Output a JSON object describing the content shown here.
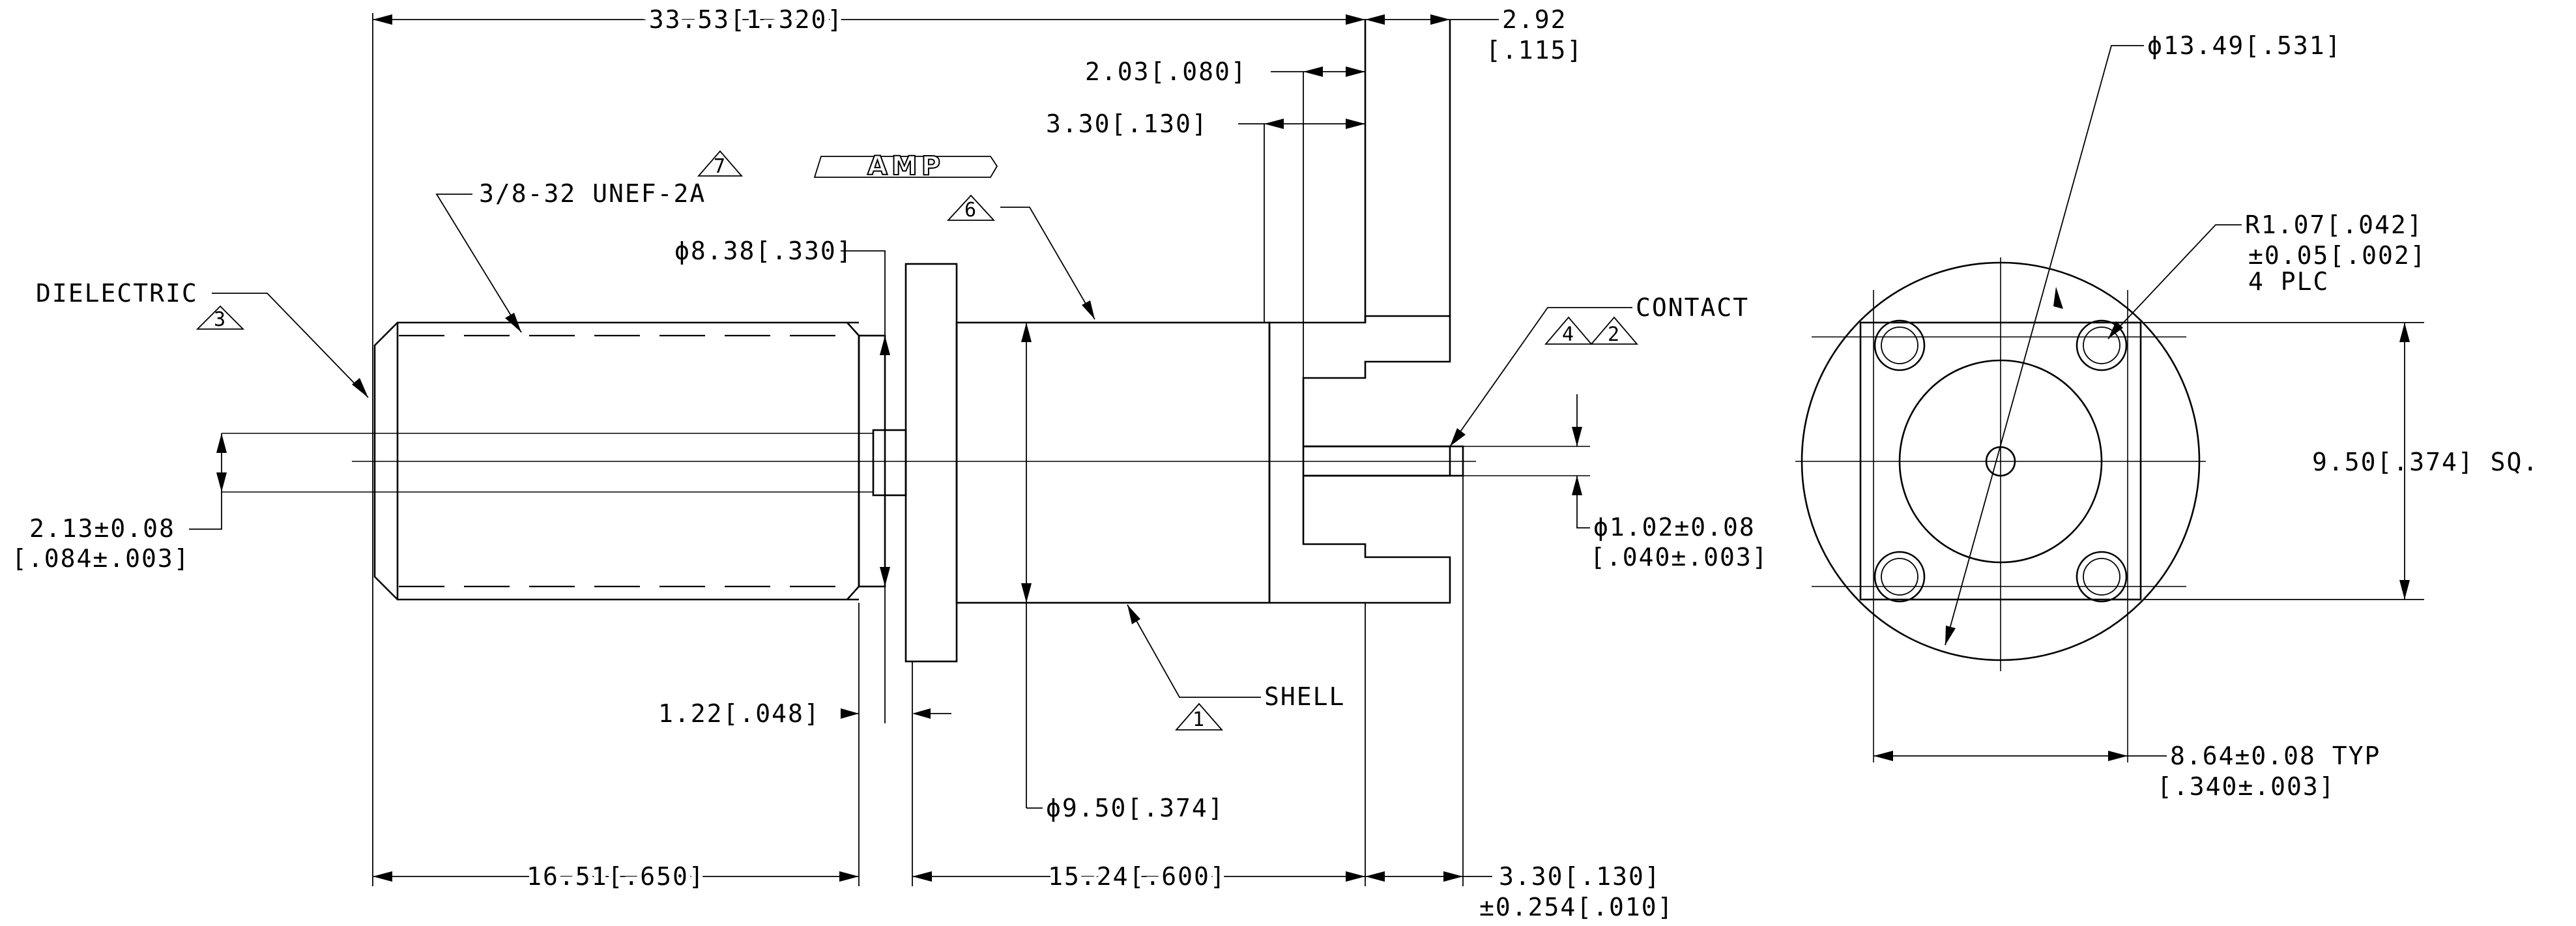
{
  "logo": {
    "text": "AMP"
  },
  "dimensions": {
    "overall_length": "33.53[1.320]",
    "flange_thickness": "2.92",
    "flange_thickness_in": "[.115]",
    "post_offset_a": "2.03[.080]",
    "post_offset_b": "3.30[.130]",
    "thread_spec": "3/8-32 UNEF-2A",
    "body_diameter": "ϕ8.38[.330]",
    "dielectric_gap": "2.13±0.08",
    "dielectric_gap_in": "[.084±.003]",
    "undercut": "1.22[.048]",
    "shell_diameter": "ϕ9.50[.374]",
    "contact_diameter": "ϕ1.02±0.08",
    "contact_diameter_in": "[.040±.003]",
    "thread_length": "16.51[.650]",
    "body_length": "15.24[.600]",
    "contact_length": "3.30[.130]",
    "contact_length_tol": "±0.254[.010]",
    "flange_dia": "ϕ13.49[.531]",
    "hole_radius": "R1.07[.042]",
    "hole_radius_tol": "±0.05[.002]",
    "hole_count": "4 PLC",
    "flange_square": "9.50[.374] SQ.",
    "hole_spacing": "8.64±0.08 TYP",
    "hole_spacing_in": "[.340±.003]"
  },
  "callouts": {
    "dielectric": "DIELECTRIC",
    "contact": "CONTACT",
    "shell": "SHELL"
  },
  "flags": {
    "dielectric": "3",
    "thread": "7",
    "logo": "6",
    "contact_a": "4",
    "contact_b": "2",
    "shell": "1"
  }
}
